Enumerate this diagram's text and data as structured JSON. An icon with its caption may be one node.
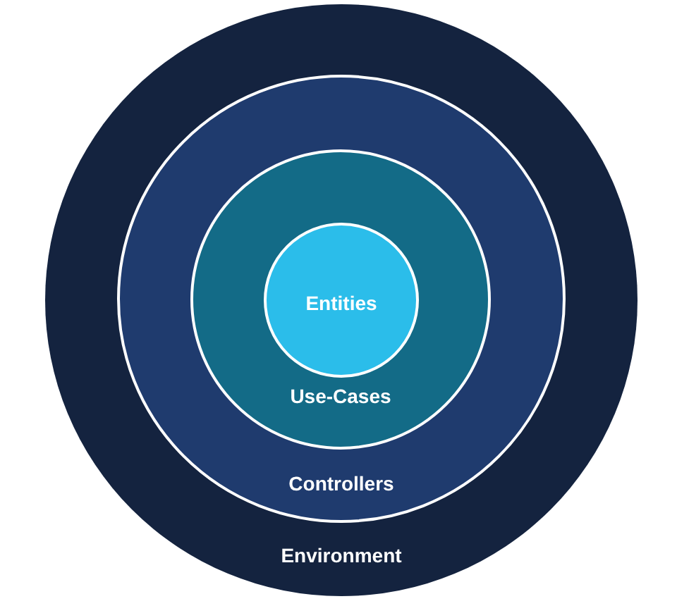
{
  "diagram": {
    "nodes": [
      {
        "text": [
          "Environment"
        ]
      },
      {
        "text": [
          "Controllers"
        ],
        "in": 0
      },
      {
        "text": [
          "Use-Cases"
        ],
        "in": 1
      },
      {
        "text": [
          "Entities"
        ],
        "in": 2
      }
    ]
  }
}
